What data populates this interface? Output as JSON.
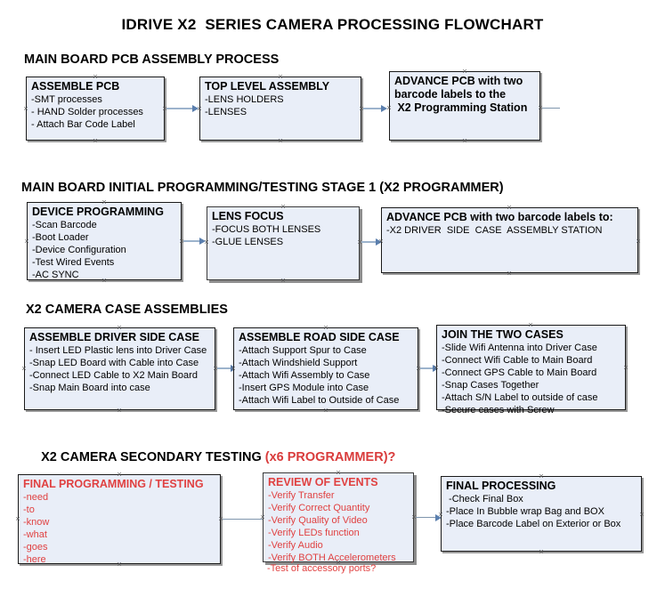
{
  "document": {
    "title": "IDRIVE X2  SERIES CAMERA PROCESSING FLOWCHART",
    "accent_color": "#e04141",
    "node_fill": "#e9eef8",
    "node_border": "#1a1a1a",
    "connector_color": "#9cb3cc"
  },
  "sections": [
    {
      "id": "main-board-pcb-assembly",
      "title": "MAIN BOARD PCB ASSEMBLY PROCESS",
      "nodes": [
        {
          "id": "assemble-pcb",
          "title": "ASSEMBLE PCB",
          "lines": [
            "-SMT processes",
            "- HAND Solder processes",
            "- Attach Bar Code Label"
          ]
        },
        {
          "id": "top-level-assembly",
          "title": "TOP LEVEL ASSEMBLY",
          "lines": [
            "-LENS HOLDERS",
            "-LENSES"
          ]
        },
        {
          "id": "advance-pcb-programming-station",
          "title": "ADVANCE PCB with two",
          "title2": "barcode labels to the",
          "title3": " X2 Programming Station",
          "lines": []
        }
      ]
    },
    {
      "id": "main-board-initial-programming",
      "title": "MAIN BOARD INITIAL PROGRAMMING/TESTING STAGE 1 (X2 PROGRAMMER)",
      "nodes": [
        {
          "id": "device-programming",
          "title": "DEVICE PROGRAMMING",
          "lines": [
            "-Scan Barcode",
            "-Boot Loader",
            "-Device Configuration",
            "-Test Wired Events",
            "-AC SYNC"
          ]
        },
        {
          "id": "lens-focus",
          "title": "LENS FOCUS",
          "lines": [
            "-FOCUS BOTH LENSES",
            "-GLUE LENSES"
          ]
        },
        {
          "id": "advance-pcb-driver-side",
          "title": "ADVANCE PCB with two barcode labels to:",
          "lines": [
            "-X2 DRIVER  SIDE  CASE  ASSEMBLY STATION"
          ]
        }
      ]
    },
    {
      "id": "x2-camera-case-assemblies",
      "title": "X2 CAMERA CASE ASSEMBLIES",
      "nodes": [
        {
          "id": "assemble-driver-side-case",
          "title": "ASSEMBLE DRIVER SIDE CASE",
          "lines": [
            "- Insert LED Plastic lens into Driver Case",
            "-Snap LED Board with Cable into Case",
            "-Connect LED Cable to X2 Main Board",
            "-Snap Main Board into case"
          ]
        },
        {
          "id": "assemble-road-side-case",
          "title": "ASSEMBLE ROAD SIDE CASE",
          "lines": [
            "-Attach Support Spur to Case",
            "-Attach Windshield Support",
            "-Attach Wifi Assembly to Case",
            "-Insert GPS Module into Case",
            "-Attach Wifi Label to Outside of Case"
          ]
        },
        {
          "id": "join-the-two-cases",
          "title": "JOIN THE TWO CASES",
          "lines": [
            "-Slide Wifi Antenna into Driver Case",
            "-Connect Wifi Cable to Main Board",
            "-Connect GPS Cable to Main Board",
            "-Snap Cases Together",
            "-Attach S/N Label to outside of case",
            "-Secure cases with Screw"
          ]
        }
      ]
    },
    {
      "id": "x2-camera-secondary-testing",
      "title": "X2 CAMERA SECONDARY TESTING ",
      "title_accent": "(x6 PROGRAMMER)?",
      "nodes": [
        {
          "id": "final-programming-testing",
          "title": "FINAL PROGRAMMING / TESTING",
          "lines": [
            "-need",
            "-to",
            "-know",
            "-what",
            "-goes",
            "-here"
          ]
        },
        {
          "id": "review-of-events",
          "title": "REVIEW OF EVENTS",
          "lines": [
            "-Verify Transfer",
            "-Verify Correct Quantity",
            "-Verify Quality of Video",
            "-Verify LEDs function",
            "-Verify Audio",
            "-Verify BOTH Accelerometers"
          ],
          "overflow_line": "-Test of accessory ports?"
        },
        {
          "id": "final-processing",
          "title": "FINAL PROCESSING",
          "lines": [
            " -Check Final Box",
            "-Place In Bubble wrap Bag and BOX",
            "-Place Barcode Label on Exterior or Box"
          ]
        }
      ]
    }
  ]
}
